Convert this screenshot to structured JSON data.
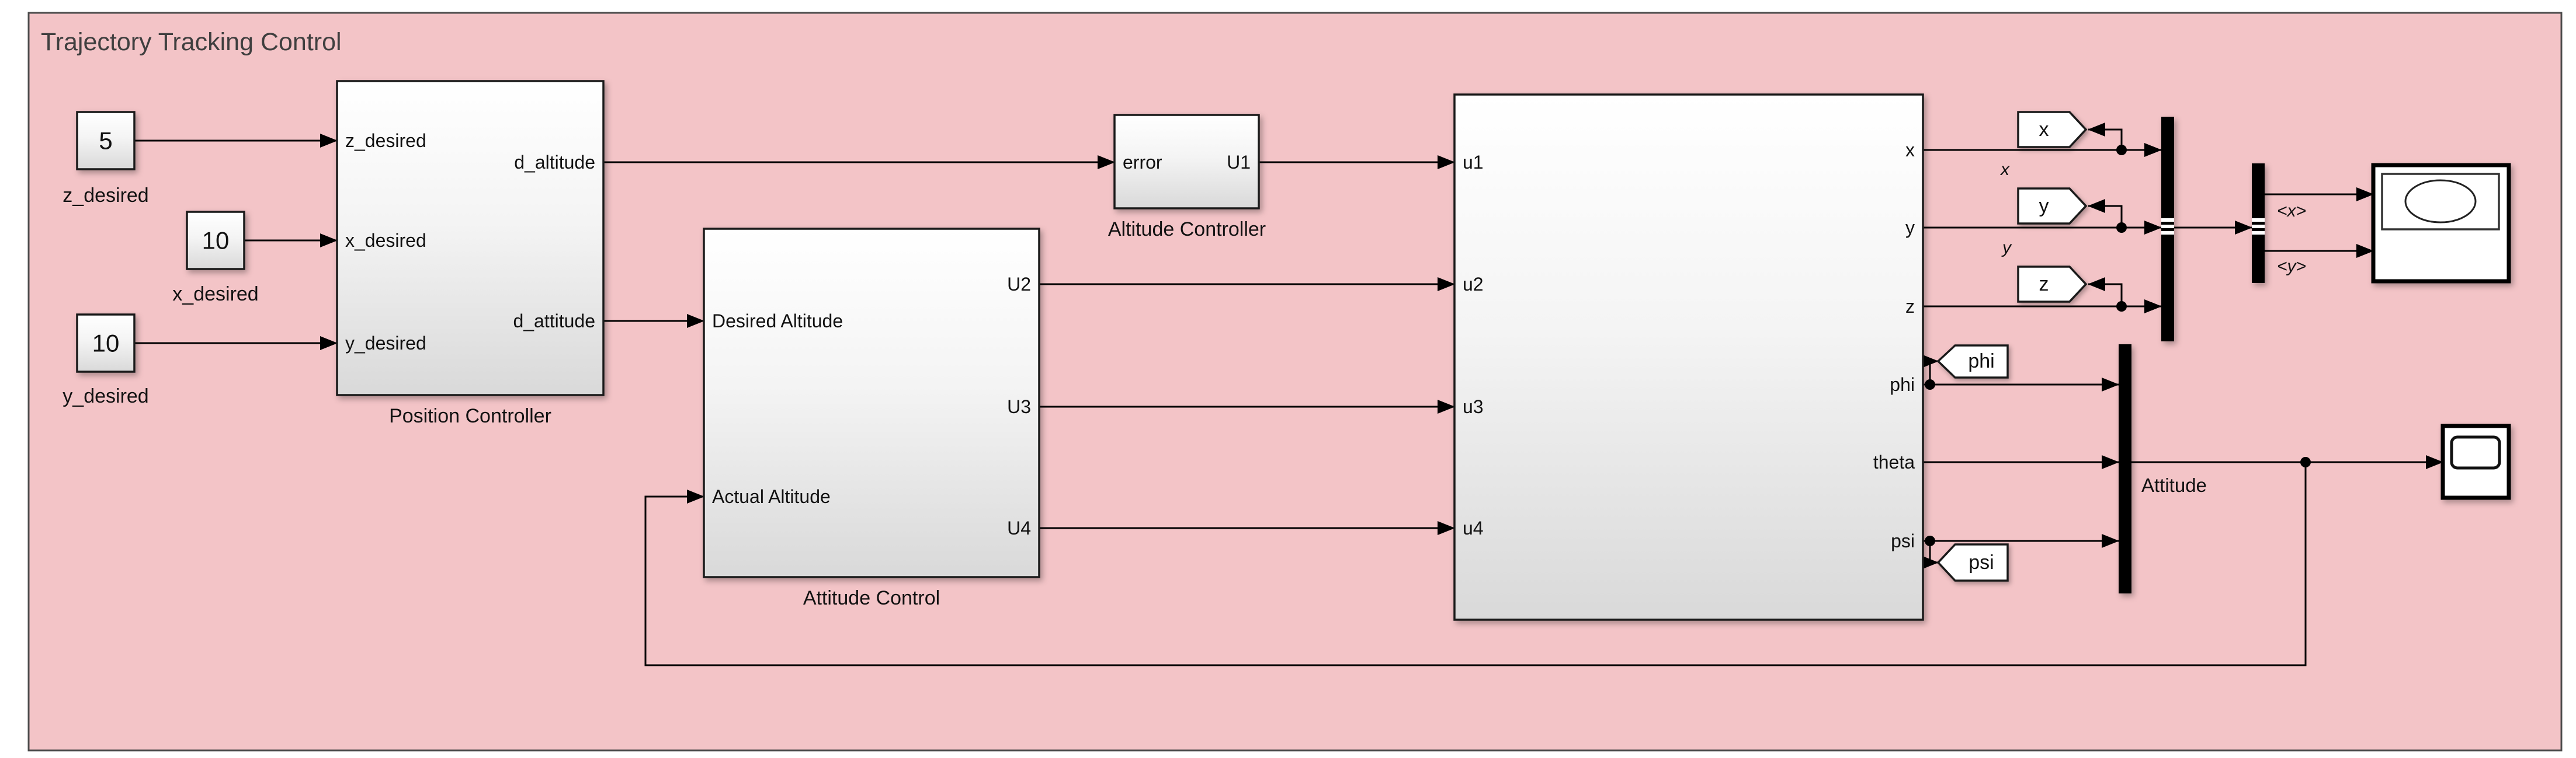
{
  "diagram": {
    "title": "Trajectory Tracking Control",
    "colors": {
      "canvas_pink": "#f3c4c7",
      "frame_border": "#4c4c4c",
      "block_border": "#1a1a1a",
      "wire": "#000000",
      "title_text": "#3f3f3f"
    },
    "constants": {
      "z": {
        "value": "5",
        "label": "z_desired"
      },
      "x": {
        "value": "10",
        "label": "x_desired"
      },
      "y": {
        "value": "10",
        "label": "y_desired"
      }
    },
    "position_controller": {
      "label": "Position Controller",
      "in": [
        "z_desired",
        "x_desired",
        "y_desired"
      ],
      "out": [
        "d_altitude",
        "d_attitude"
      ]
    },
    "altitude_controller": {
      "label": "Altitude Controller",
      "in": [
        "error"
      ],
      "out": [
        "U1"
      ]
    },
    "attitude_control": {
      "label": "Attitude Control",
      "in": [
        "Desired Altitude",
        "Actual Altitude"
      ],
      "out": [
        "U2",
        "U3",
        "U4"
      ]
    },
    "plant": {
      "in": [
        "u1",
        "u2",
        "u3",
        "u4"
      ],
      "out": [
        "x",
        "y",
        "z",
        "phi",
        "theta",
        "psi"
      ]
    },
    "goto_tags": {
      "x": "x",
      "y": "y",
      "z": "z",
      "phi": "phi",
      "psi": "psi"
    },
    "signal_labels": {
      "x": "x",
      "y": "y",
      "bus_x": "<x>",
      "bus_y": "<y>",
      "attitude": "Attitude"
    }
  }
}
